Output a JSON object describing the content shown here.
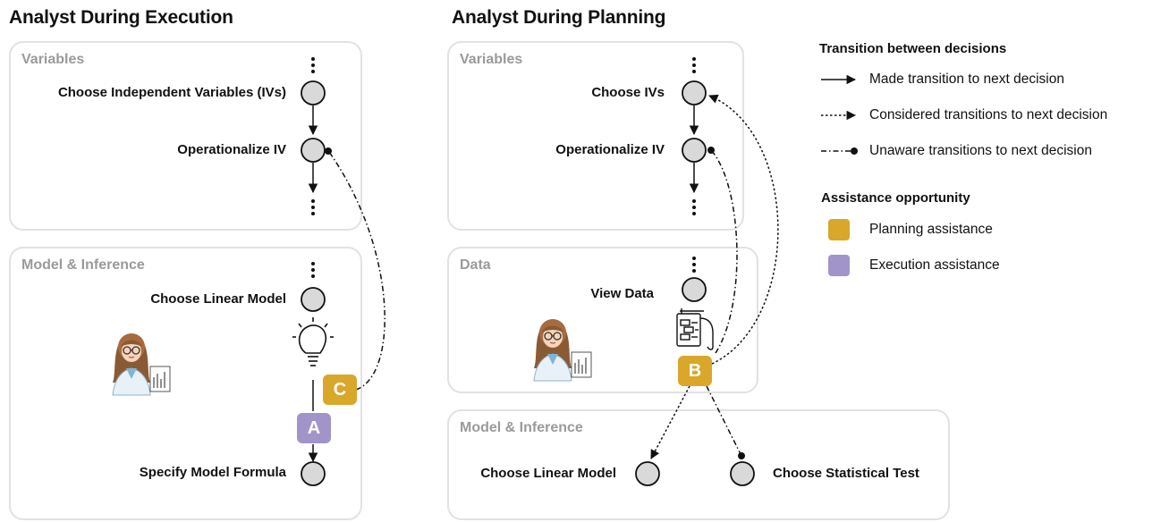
{
  "titles": {
    "execution": "Analyst During Execution",
    "planning": "Analyst During Planning"
  },
  "execution": {
    "variables_label": "Variables",
    "model_label": "Model & Inference",
    "choose_ivs": "Choose Independent Variables (IVs)",
    "operationalize": "Operationalize  IV",
    "choose_model": "Choose Linear Model",
    "specify_formula": "Specify Model Formula",
    "badge_c": "C",
    "badge_a": "A"
  },
  "planning": {
    "variables_label": "Variables",
    "data_label": "Data",
    "model_label": "Model & Inference",
    "choose_ivs": "Choose IVs",
    "operationalize": "Operationalize IV",
    "view_data": "View Data",
    "choose_model": "Choose Linear Model",
    "choose_test": "Choose Statistical Test",
    "badge_b": "B"
  },
  "legend": {
    "transition_title": "Transition between decisions",
    "made": "Made transition to next decision",
    "considered": "Considered transitions to next decision",
    "unaware": "Unaware transitions to next decision",
    "assistance_title": "Assistance opportunity",
    "planning_assistance": "Planning assistance",
    "execution_assistance": "Execution assistance"
  },
  "colors": {
    "planning": "#d9a72a",
    "execution": "#a094c9",
    "node_fill": "#d9d9d9",
    "panel_border": "#e2e2e2"
  },
  "icons": [
    "analyst-icon",
    "lightbulb-icon",
    "data-sheet-icon"
  ]
}
